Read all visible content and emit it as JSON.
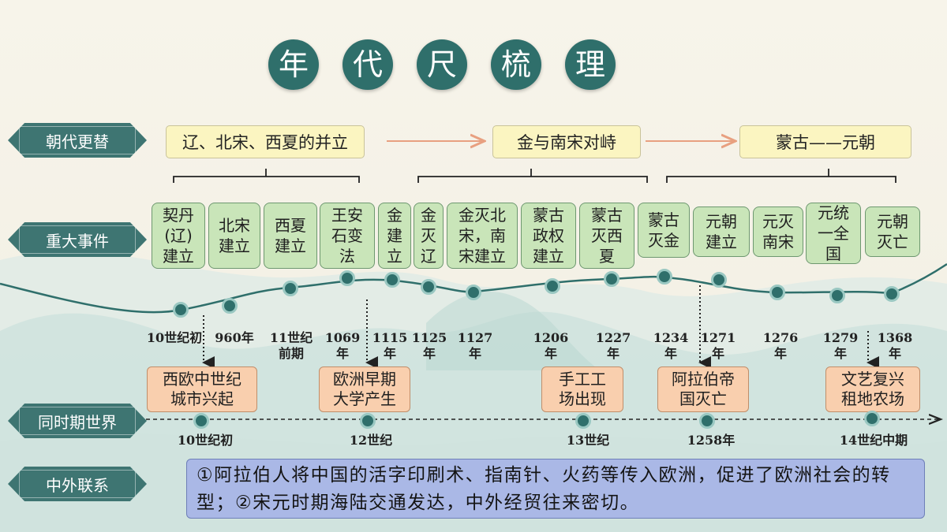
{
  "title": [
    "年",
    "代",
    "尺",
    "梳",
    "理"
  ],
  "row_labels": {
    "dynasty": "朝代更替",
    "events": "重大事件",
    "world": "同时期世界",
    "exchange": "中外联系"
  },
  "dynasties": [
    "辽、北宋、西夏的并立",
    "金与南宋对峙",
    "蒙古——元朝"
  ],
  "events": [
    {
      "text": "契丹\n(辽)\n建立",
      "year": "10世纪初"
    },
    {
      "text": "北宋\n建立",
      "year": "960年"
    },
    {
      "text": "西夏\n建立",
      "year": "11世纪\n前期"
    },
    {
      "text": "王安\n石变\n法",
      "year": "1069\n年"
    },
    {
      "text": "金\n建\n立",
      "year": "1115\n年"
    },
    {
      "text": "金\n灭\n辽",
      "year": "1125\n年"
    },
    {
      "text": "金灭北\n宋，南\n宋建立",
      "year": "1127\n年"
    },
    {
      "text": "蒙古\n政权\n建立",
      "year": "1206\n年"
    },
    {
      "text": "蒙古\n灭西\n夏",
      "year": "1227\n年"
    },
    {
      "text": "蒙古\n灭金",
      "year": "1234\n年"
    },
    {
      "text": "元朝\n建立",
      "year": "1271\n年"
    },
    {
      "text": "元灭\n南宋",
      "year": "1276\n年"
    },
    {
      "text": "元统\n一全\n国",
      "year": "1279\n年"
    },
    {
      "text": "元朝\n灭亡",
      "year": "1368\n年"
    }
  ],
  "world_events": [
    {
      "text": "西欧中世纪\n城市兴起",
      "time": "10世纪初"
    },
    {
      "text": "欧洲早期\n大学产生",
      "time": "12世纪"
    },
    {
      "text": "手工工\n场出现",
      "time": "13世纪"
    },
    {
      "text": "阿拉伯帝\n国灭亡",
      "time": "1258年"
    },
    {
      "text": "文艺复兴\n租地农场",
      "time": "14世纪中期"
    }
  ],
  "summary": "①阿拉伯人将中国的活字印刷术、指南针、火药等传入欧洲，促进了欧洲社会的转型；②宋元时期海陆交通发达，中外经贸往来密切。",
  "colors": {
    "teal": "#2f6f6b",
    "dynasty_box": "#fbf5c1",
    "event_box": "#c9e5b9",
    "world_box": "#f9cfae",
    "summary_box": "#aab8e6",
    "arrow": "#e8a080"
  }
}
